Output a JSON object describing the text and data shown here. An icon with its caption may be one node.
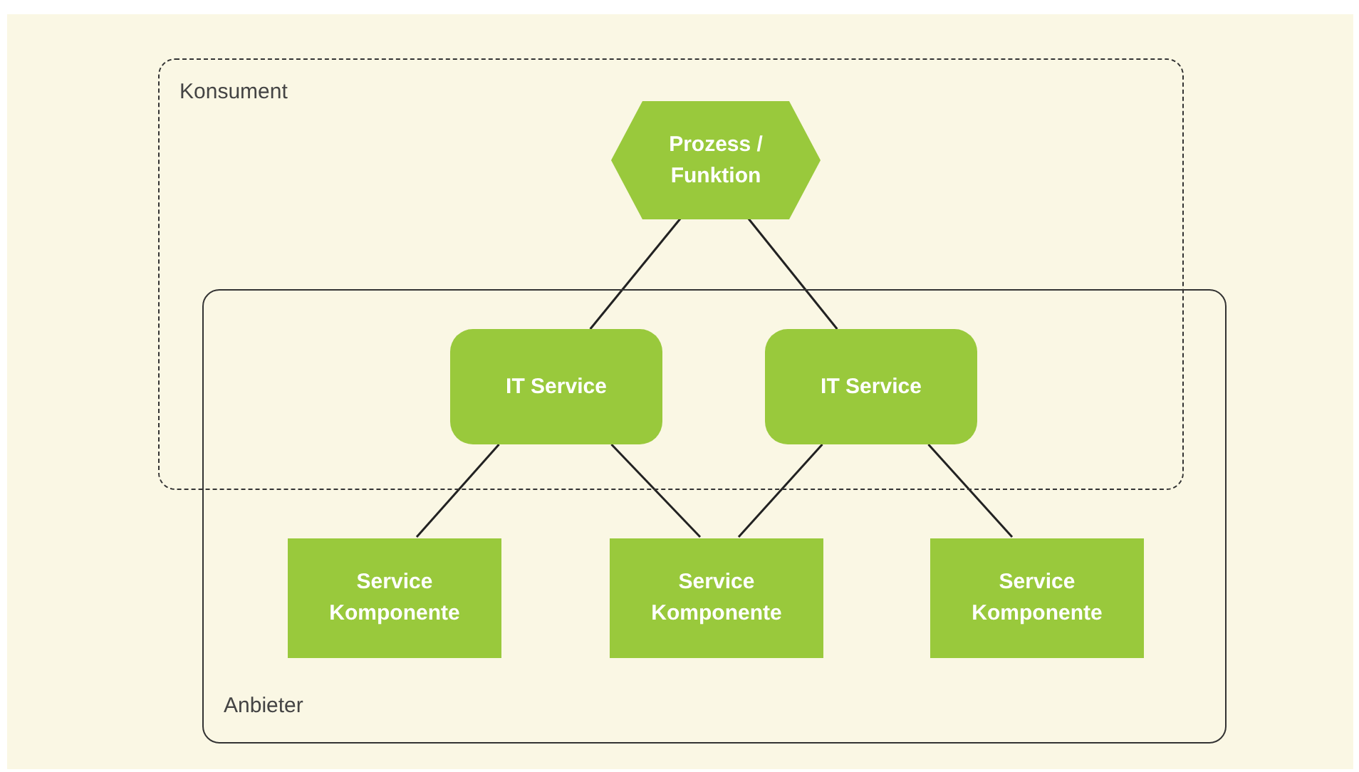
{
  "diagram": {
    "nodes": [
      {
        "text": [
          "Konsument"
        ]
      },
      {
        "text": [
          "Prozess / Funktion"
        ],
        "in": 0
      },
      {
        "text": [
          "Anbieter"
        ]
      },
      {
        "text": [
          "IT Service"
        ]
      },
      {
        "text": [
          "IT Service"
        ]
      },
      {
        "text": [
          "Service Komponente"
        ],
        "in": 2
      },
      {
        "text": [
          "Service Komponente"
        ],
        "in": 2
      },
      {
        "text": [
          "Service Komponente"
        ],
        "in": 2
      }
    ],
    "edges": [
      {
        "from": 1,
        "to": 3,
        "arrow": "none"
      },
      {
        "from": 1,
        "to": 4,
        "arrow": "none"
      },
      {
        "from": 3,
        "to": 5,
        "arrow": "none"
      },
      {
        "from": 3,
        "to": 6,
        "arrow": "none"
      },
      {
        "from": 4,
        "to": 6,
        "arrow": "none"
      },
      {
        "from": 4,
        "to": 7,
        "arrow": "none"
      }
    ]
  }
}
